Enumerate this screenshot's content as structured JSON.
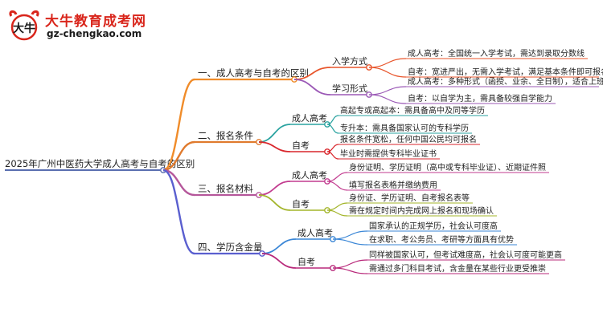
{
  "brand": {
    "title": "大牛教育成考网",
    "url": "gz-chengkao.com",
    "mark_text": "大牛"
  },
  "mindmap": {
    "root": "2025年广州中医药大学成人高考与自考的区别",
    "branches": [
      {
        "label": "一、成人高考与自考的区别",
        "color": "#f08c2a",
        "children": [
          {
            "label": "入学方式",
            "color": "#e8552b",
            "leaves": [
              "成人高考：全国统一入学考试，需达到录取分数线",
              "自考：宽进严出，无需入学考试，满足基本条件即可报名"
            ]
          },
          {
            "label": "学习形式",
            "color": "#9b59b6",
            "leaves": [
              "成人高考：多种形式（函授、业余、全日制），适合上班族",
              "自考：以自学为主，需具备较强自学能力"
            ]
          }
        ]
      },
      {
        "label": "二、报名条件",
        "color": "#e07b2e",
        "children": [
          {
            "label": "成人高考",
            "color": "#2aa3a0",
            "leaves": [
              "高起专或高起本：需具备高中及同等学历",
              "专升本：需具备国家认可的专科学历"
            ]
          },
          {
            "label": "自考",
            "color": "#d9262c",
            "leaves": [
              "报名条件宽松，任何中国公民均可报名",
              "毕业时需提供专科毕业证书"
            ]
          }
        ]
      },
      {
        "label": "三、报名材料",
        "color": "#b5579b",
        "children": [
          {
            "label": "成人高考",
            "color": "#c23b8f",
            "leaves": [
              "身份证明、学历证明（高中或专科毕业证）、近期证件照",
              "填写报名表格并缴纳费用"
            ]
          },
          {
            "label": "自考",
            "color": "#a3b52a",
            "leaves": [
              "身份证、学历证明、自考报名表等",
              "需在规定时间内完成网上报名和现场确认"
            ]
          }
        ]
      },
      {
        "label": "四、学历含金量",
        "color": "#5a5fcf",
        "children": [
          {
            "label": "成人高考",
            "color": "#3a86d6",
            "leaves": [
              "国家承认的正规学历，社会认可度高",
              "在求职、考公务员、考研等方面具有优势"
            ]
          },
          {
            "label": "自考",
            "color": "#b8287a",
            "leaves": [
              "同样被国家认可，但考试难度高，社会认可度可能更高",
              "需通过多门科目考试，含金量在某些行业更受推崇"
            ]
          }
        ]
      }
    ]
  }
}
